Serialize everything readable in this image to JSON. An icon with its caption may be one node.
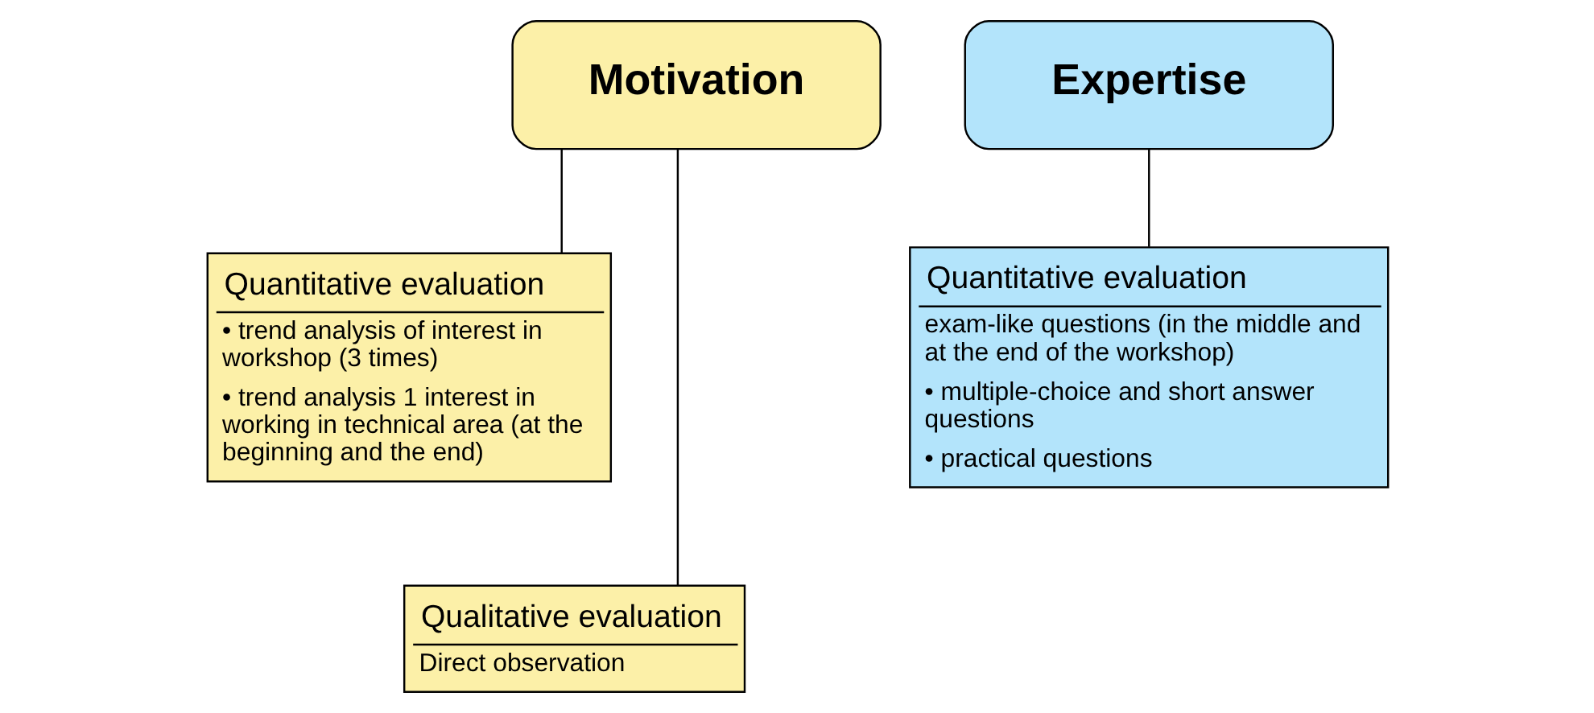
{
  "diagram": {
    "nodes": [
      {
        "text": [
          "Motivation"
        ]
      },
      {
        "text": [
          "Expertise"
        ]
      },
      {
        "text": [
          "Quantitative evaluation",
          "• trend analysis of interest in workshop (3 times)",
          "• trend analysis 1 interest in working in technical area (at the beginning and the end)"
        ]
      },
      {
        "text": [
          "Qualitative evaluation",
          "Direct observation"
        ]
      },
      {
        "text": [
          "Quantitative evaluation",
          "exam-like questions (in the middle and at the end of the workshop)",
          "• multiple-choice and short answer questions",
          "• practical questions"
        ]
      }
    ],
    "edges": [
      {
        "from": 0,
        "to": 2,
        "arrow": "none"
      },
      {
        "from": 0,
        "to": 3,
        "arrow": "none"
      },
      {
        "from": 1,
        "to": 4,
        "arrow": "none"
      }
    ]
  }
}
